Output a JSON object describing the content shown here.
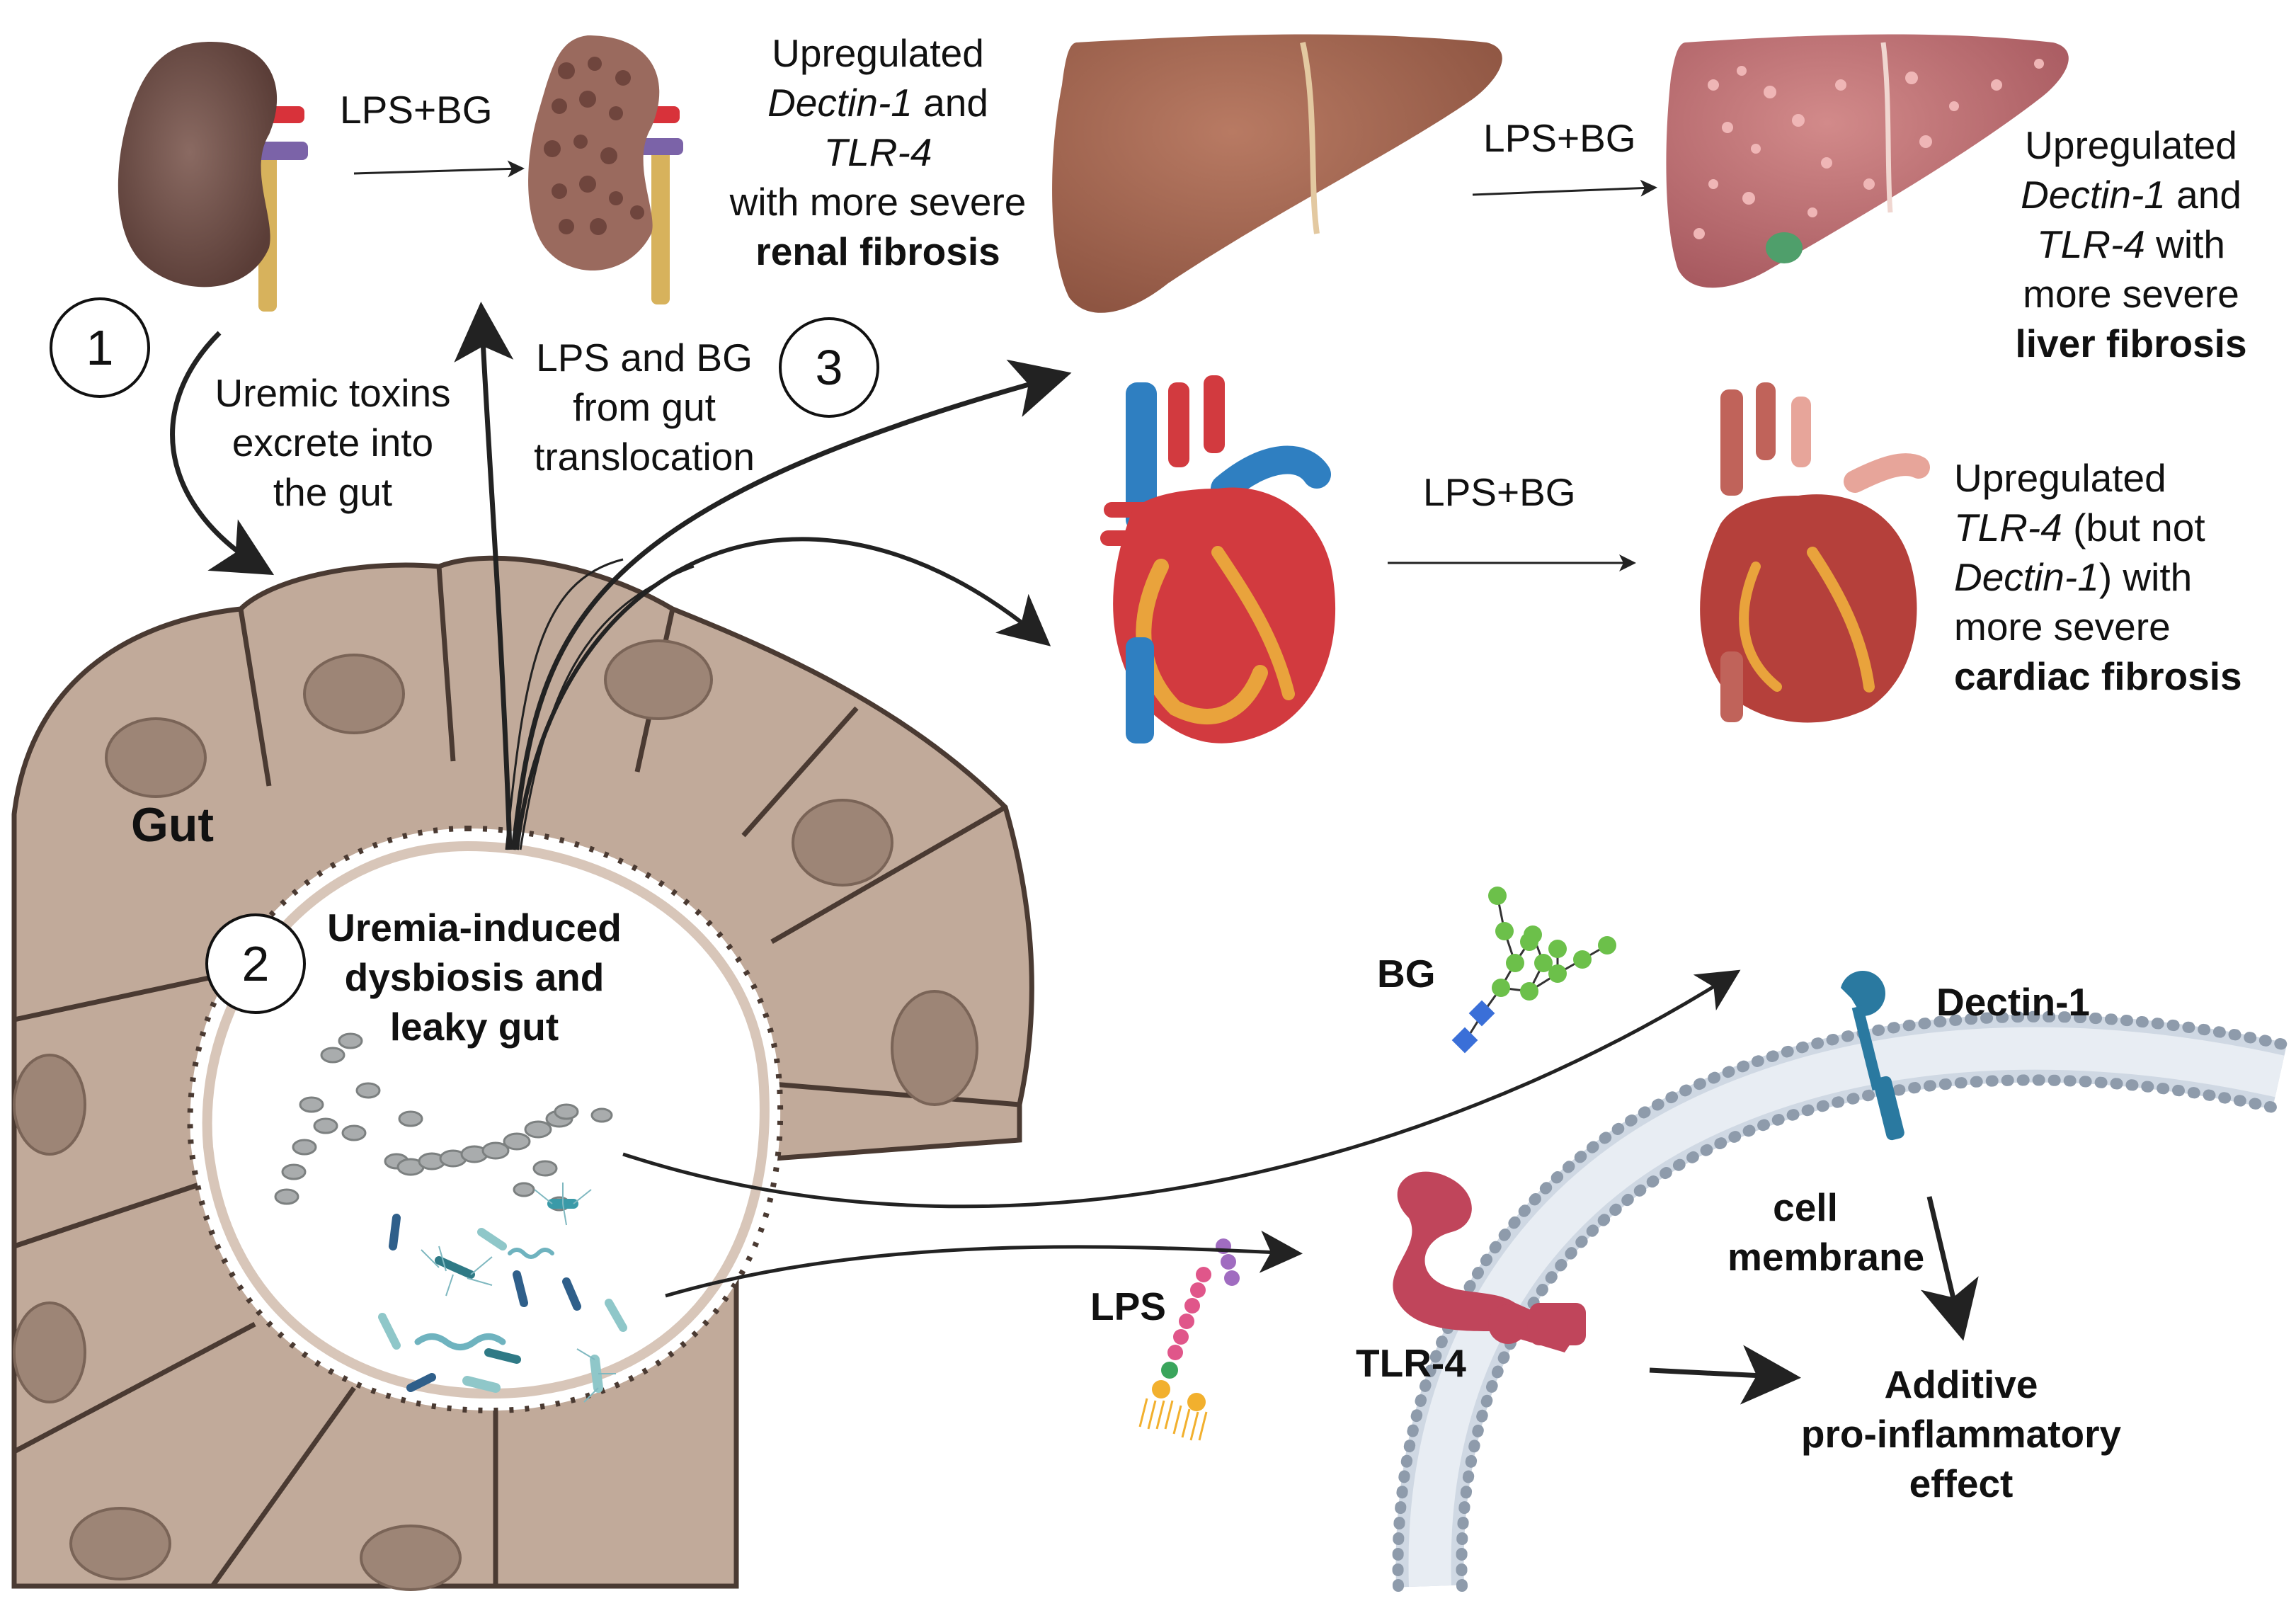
{
  "steps": {
    "s1": "1",
    "s2": "2",
    "s3": "3"
  },
  "kidney_arrow": "LPS+BG",
  "liver_arrow": "LPS+BG",
  "heart_arrow": "LPS+BG",
  "kidney_result": {
    "l1": "Upregulated",
    "l2_i": "Dectin-1",
    "l2": " and",
    "l3_i": "TLR-4",
    "l4": "with more severe",
    "l5_b": "renal fibrosis"
  },
  "liver_result": {
    "l1": "Upregulated",
    "l2_i": "Dectin-1",
    "l2": " and",
    "l3_i": "TLR-4",
    "l3": " with",
    "l4": "more severe",
    "l5_b": "liver fibrosis"
  },
  "heart_result": {
    "l1": "Upregulated",
    "l2_i": "TLR-4",
    "l2": " (but not",
    "l3_i": "Dectin-1",
    "l3": ") with",
    "l4": "more severe",
    "l5_b": "cardiac fibrosis"
  },
  "uremic": {
    "l1": "Uremic toxins",
    "l2": "excrete into",
    "l3": "the gut"
  },
  "translocation": {
    "l1": "LPS and BG",
    "l2": "from gut",
    "l3": "translocation"
  },
  "gut_label": "Gut",
  "dysbiosis": {
    "l1": "Uremia-induced",
    "l2": "dysbiosis and",
    "l3": "leaky gut"
  },
  "molecules": {
    "bg": "BG",
    "lps": "LPS",
    "dectin": "Dectin-1",
    "tlr": "TLR-4"
  },
  "membrane": {
    "l1": "cell",
    "l2": "membrane"
  },
  "effect": {
    "l1": "Additive",
    "l2": "pro-inflammatory",
    "l3": "effect"
  },
  "colors": {
    "gut_cell": "#c1aa9a",
    "gut_nucleus": "#9d8576",
    "kidney": "#6e4f48",
    "liver": "#a86a55",
    "liver_fibrotic": "#c2787a",
    "heart_red": "#d23a3f",
    "heart_blue": "#2f7fc1",
    "membrane_bead": "#9aa6b7",
    "tlr4": "#c0455b",
    "dectin": "#2a79a0"
  }
}
